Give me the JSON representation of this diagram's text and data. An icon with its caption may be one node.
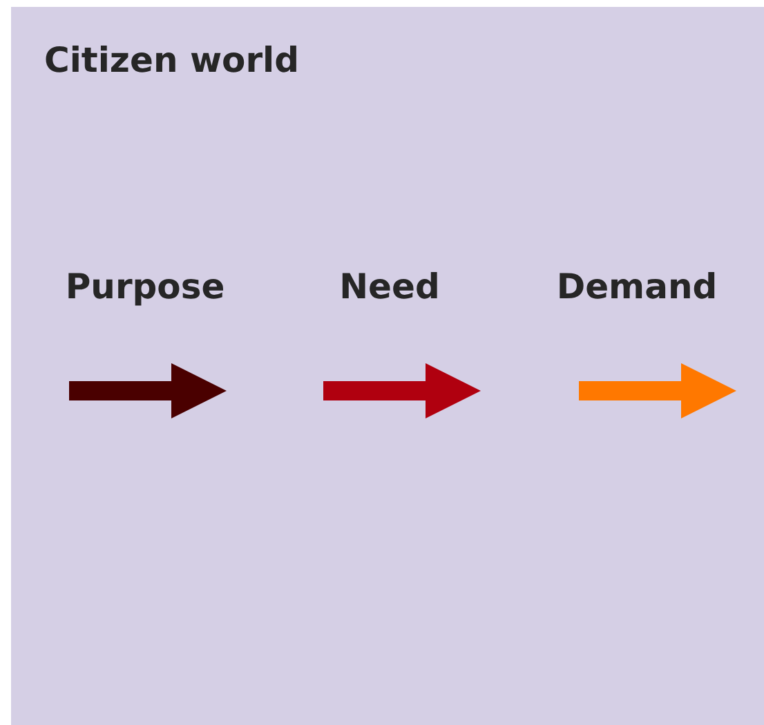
{
  "diagram": {
    "nodes": [
      {
        "text": [
          "Citizen world"
        ]
      }
    ],
    "labels": [
      "Purpose",
      "Need",
      "Demand"
    ]
  }
}
